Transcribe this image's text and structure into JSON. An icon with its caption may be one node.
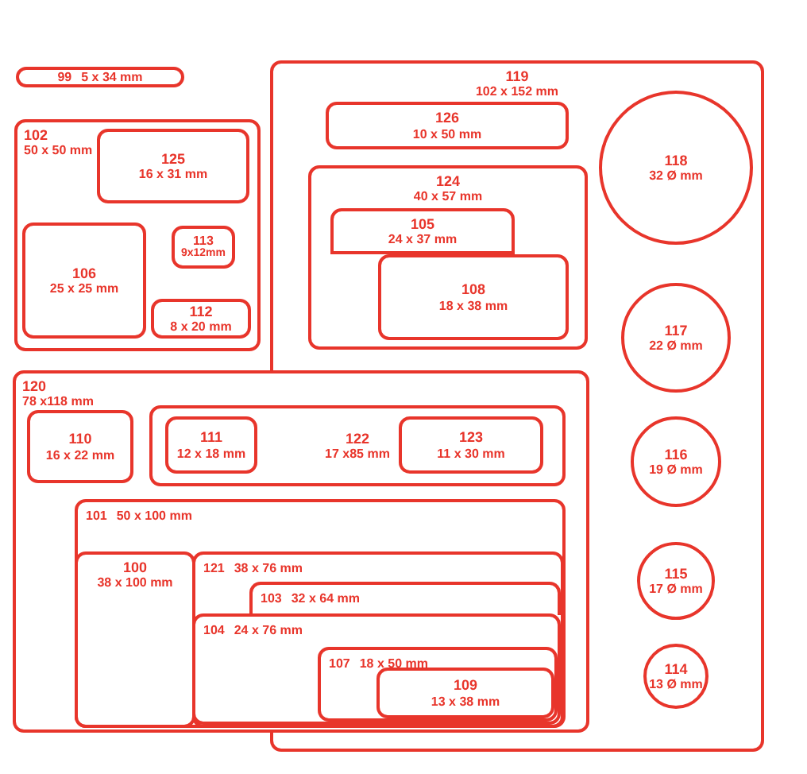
{
  "diagram": {
    "nodes": [
      {
        "text": [
          "99",
          "5 x 34 mm"
        ]
      },
      {
        "text": [
          "102",
          "50 x 50 mm"
        ]
      },
      {
        "text": [
          "125",
          "16 x 31 mm"
        ],
        "in": 1
      },
      {
        "text": [
          "106",
          "25 x 25 mm"
        ],
        "in": 1
      },
      {
        "text": [
          "113",
          "9x12mm"
        ],
        "in": 1
      },
      {
        "text": [
          "112",
          "8 x 20 mm"
        ],
        "in": 1
      },
      {
        "text": [
          "119",
          "102 x 152 mm"
        ]
      },
      {
        "text": [
          "126",
          "10 x 50 mm"
        ],
        "in": 6
      },
      {
        "text": [
          "124",
          "40 x 57 mm"
        ],
        "in": 6
      },
      {
        "text": [
          "105",
          "24 x 37 mm"
        ],
        "in": 8
      },
      {
        "text": [
          "108",
          "18 x 38 mm"
        ],
        "in": 8
      },
      {
        "text": [
          "118",
          "32 Ø mm"
        ],
        "in": 6
      },
      {
        "text": [
          "117",
          "22 Ø mm"
        ],
        "in": 6
      },
      {
        "text": [
          "116",
          "19 Ø mm"
        ],
        "in": 6
      },
      {
        "text": [
          "115",
          "17 Ø mm"
        ],
        "in": 6
      },
      {
        "text": [
          "114",
          "13 Ø mm"
        ],
        "in": 6
      },
      {
        "text": [
          "120",
          "78 x118 mm"
        ]
      },
      {
        "text": [
          "110",
          "16 x 22 mm"
        ],
        "in": 16
      },
      {
        "text": [
          "122",
          "17 x85 mm"
        ],
        "in": 16
      },
      {
        "text": [
          "111",
          "12 x 18 mm"
        ],
        "in": 18
      },
      {
        "text": [
          "123",
          "11 x 30 mm"
        ]
      },
      {
        "text": [
          "101",
          "50 x 100 mm"
        ],
        "in": 16
      },
      {
        "text": [
          "100",
          "38 x 100 mm"
        ],
        "in": 21
      },
      {
        "text": [
          "121",
          "38 x 76 mm"
        ],
        "in": 21
      },
      {
        "text": [
          "103",
          "32 x 64 mm"
        ],
        "in": 23
      },
      {
        "text": [
          "104",
          "24 x 76 mm"
        ],
        "in": 23
      },
      {
        "text": [
          "107",
          "18 x 50 mm"
        ]
      },
      {
        "text": [
          "109",
          "13 x 38 mm"
        ],
        "in": 26
      }
    ]
  }
}
